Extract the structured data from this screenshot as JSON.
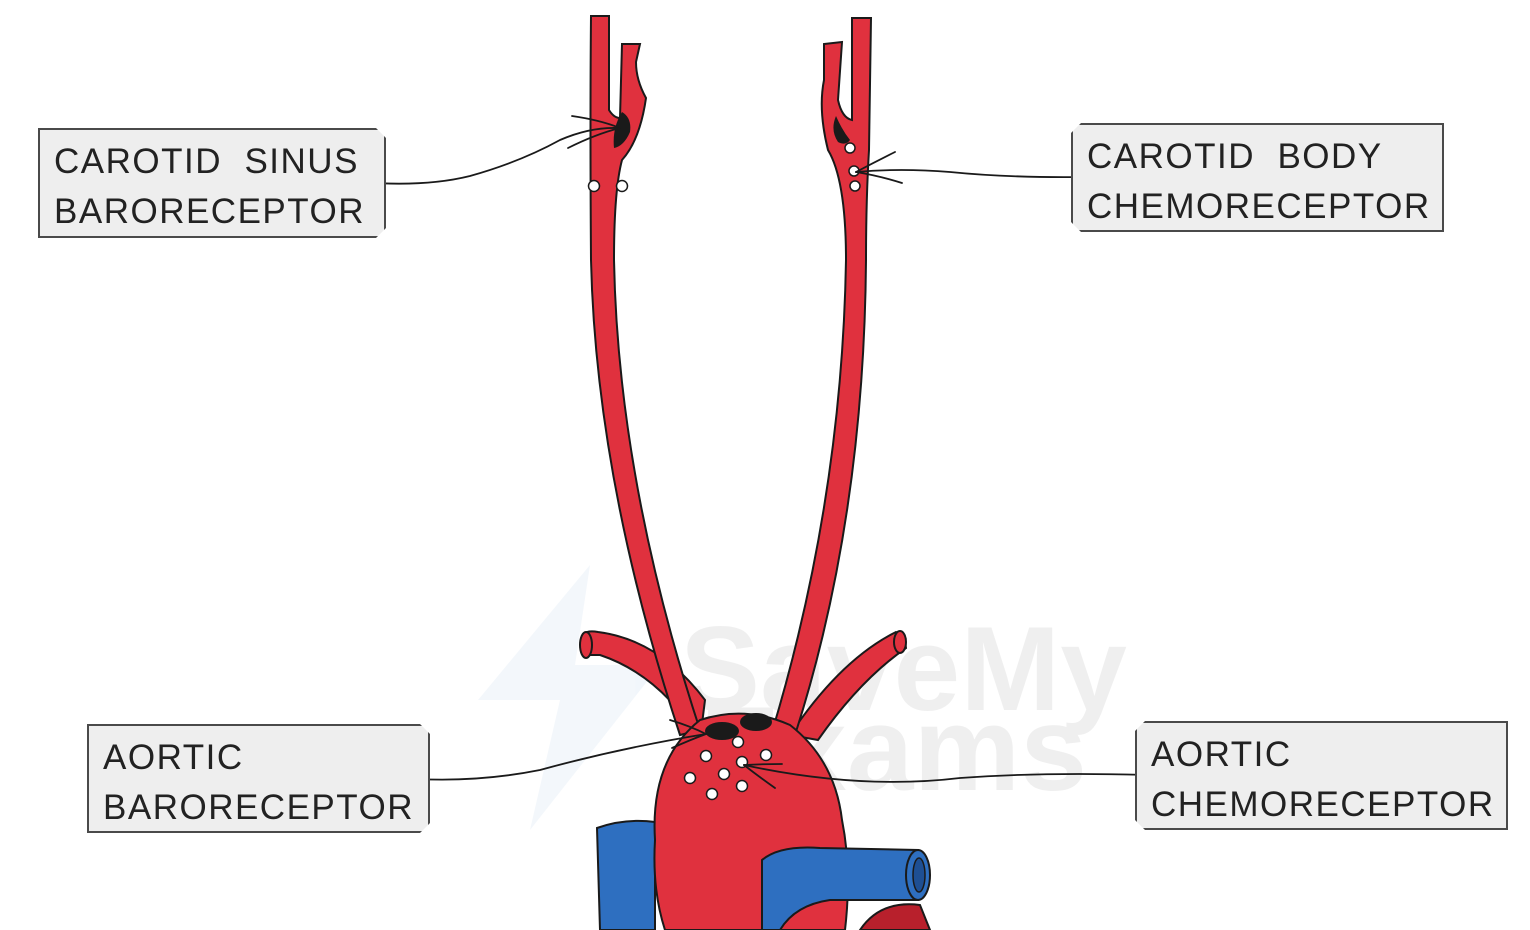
{
  "labels": {
    "carotid_sinus": {
      "line1": "CAROTID  SINUS",
      "line2": "BARORECEPTOR"
    },
    "carotid_body": {
      "line1": "CAROTID  BODY",
      "line2": "CHEMORECEPTOR"
    },
    "aortic_baro": {
      "line1": "AORTIC",
      "line2": "BARORECEPTOR"
    },
    "aortic_chemo": {
      "line1": "AORTIC",
      "line2": "CHEMORECEPTOR"
    }
  },
  "watermark": {
    "line1": "SaveMy",
    "line2": "Exams"
  },
  "colors": {
    "artery": "#e0313e",
    "artery_dark": "#b8202c",
    "vein": "#2e6fc0",
    "vein_dark": "#1e4f93",
    "receptor_dark": "#1a1a1a",
    "outline": "#1a1a1a",
    "label_bg": "#eeeeee",
    "label_border": "#4a4a4a"
  }
}
